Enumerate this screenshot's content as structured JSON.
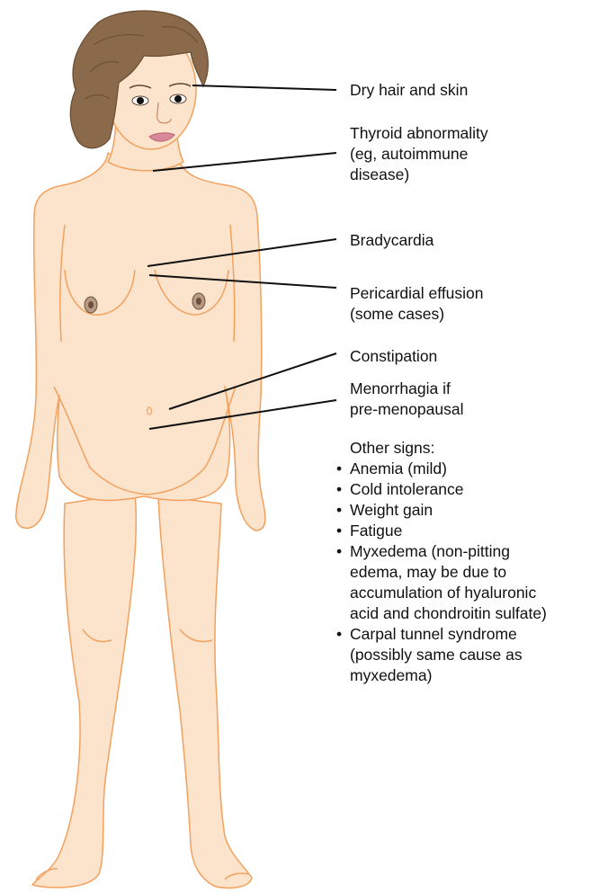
{
  "colors": {
    "skin": "#fbe3cc",
    "skin_outline": "#f2a15e",
    "hair": "#8a6a4a",
    "lips": "#d98a9a",
    "leader_line": "#111111"
  },
  "labels": {
    "dry_hair": [
      "Dry hair and skin"
    ],
    "thyroid": [
      "Thyroid abnormality",
      "(eg, autoimmune",
      "disease)"
    ],
    "bradycardia": [
      "Bradycardia"
    ],
    "pericardial": [
      "Pericardial effusion",
      "(some cases)"
    ],
    "constipation": [
      "Constipation"
    ],
    "menorrhagia": [
      "Menorrhagia if",
      "pre-menopausal"
    ]
  },
  "other_signs": {
    "heading": "Other signs:",
    "items": [
      [
        "Anemia (mild)"
      ],
      [
        "Cold intolerance"
      ],
      [
        "Weight gain"
      ],
      [
        "Fatigue"
      ],
      [
        "Myxedema (non-pitting",
        "edema, may be due to",
        "accumulation of hyaluronic",
        "acid and chondroitin sulfate)"
      ],
      [
        "Carpal tunnel syndrome",
        "(possibly same cause as",
        "myxedema)"
      ]
    ]
  }
}
